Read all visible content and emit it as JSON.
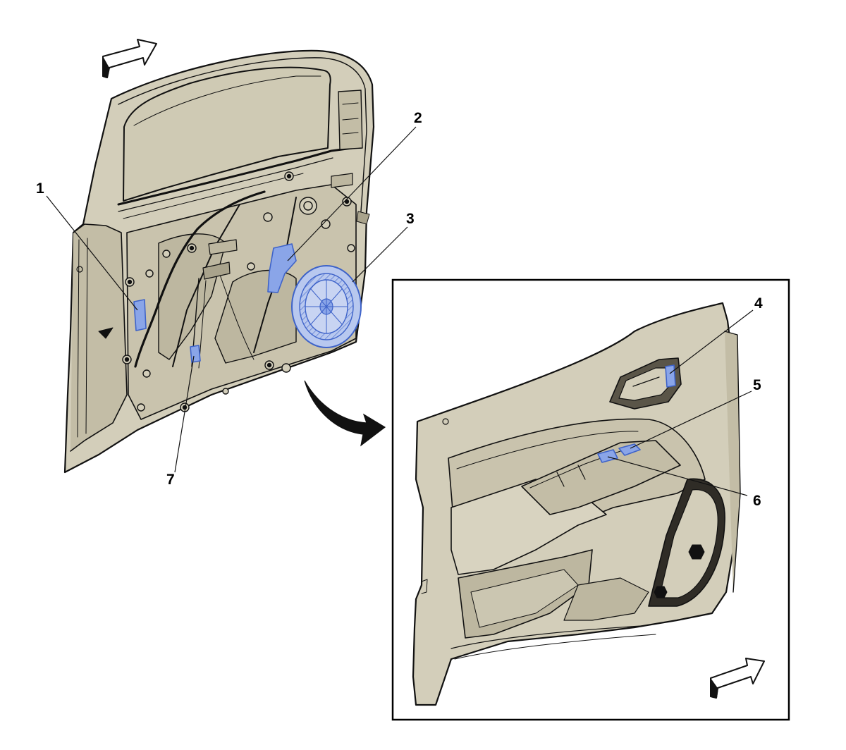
{
  "colors": {
    "door_fill": "#d3ceba",
    "door_shade": "#c3bda6",
    "door_dark": "#a9a38c",
    "component_highlight": "#8aa5e8",
    "component_outline": "#3e63c9",
    "line": "#111111",
    "inset_border": "#000000"
  },
  "icons": [
    "direction-arrow-icon",
    "transition-arrow-icon"
  ],
  "callouts": [
    "1",
    "2",
    "3",
    "4",
    "5",
    "6",
    "7"
  ]
}
